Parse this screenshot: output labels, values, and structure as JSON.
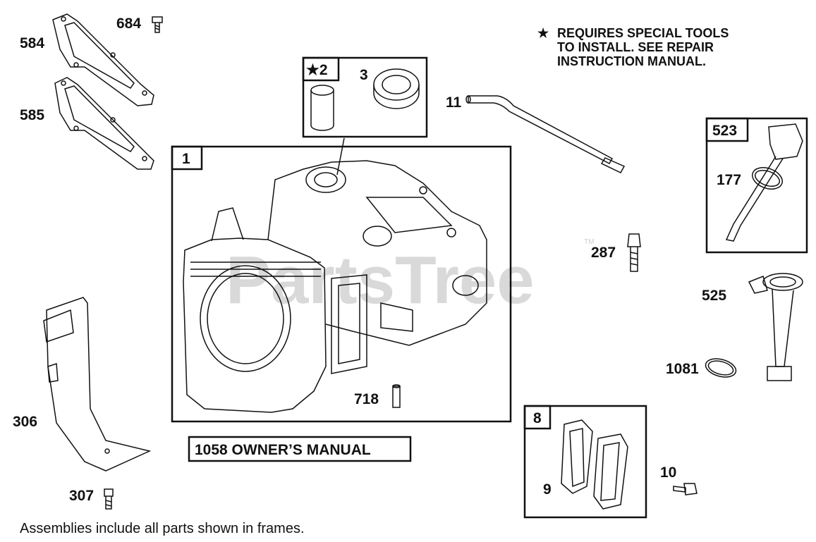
{
  "notes": {
    "star": "★",
    "line1": "REQUIRES SPECIAL TOOLS",
    "line2": "TO INSTALL.  SEE REPAIR",
    "line3": "INSTRUCTION MANUAL."
  },
  "watermark": {
    "text": "PartsTree",
    "tm": "TM"
  },
  "frames": {
    "frame_1": "1",
    "frame_2": "★2",
    "frame_8": "8",
    "frame_523": "523"
  },
  "parts": {
    "p684": "684",
    "p584": "584",
    "p585": "585",
    "p3": "3",
    "p11": "11",
    "p177": "177",
    "p287": "287",
    "p525": "525",
    "p1081": "1081",
    "p718": "718",
    "p306": "306",
    "p307": "307",
    "p9": "9",
    "p10": "10"
  },
  "manual_box": {
    "label": "1058 OWNER’S MANUAL"
  },
  "footer": {
    "text": "Assemblies include all parts shown in frames."
  }
}
